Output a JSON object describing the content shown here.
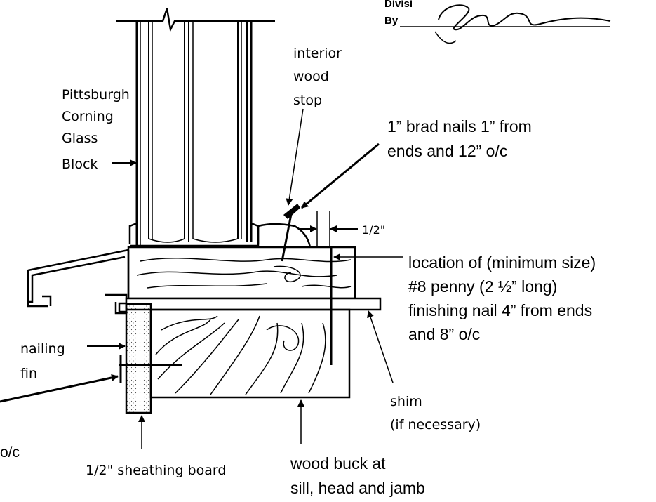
{
  "header": {
    "line1": "Divisi",
    "line2": "By"
  },
  "labels": {
    "glass_block": [
      "Pittsburgh",
      "Corning",
      "Glass",
      "Block"
    ],
    "interior_stop": [
      "interior",
      "wood",
      "stop"
    ],
    "brad_nails": [
      "1” brad nails 1” from",
      "ends and 12” o/c"
    ],
    "half_inch": "1/2\"",
    "finishing_nail": [
      "location of (minimum size)",
      "#8 penny (2 ½” long)",
      "finishing nail 4” from  ends",
      "and 8” o/c"
    ],
    "nailing_fin": [
      "nailing",
      "fin"
    ],
    "shim": [
      "shim",
      "(if necessary)"
    ],
    "oc_fragment": "o/c",
    "sheathing": "1/2\" sheathing board",
    "wood_buck": [
      "wood buck at",
      "sill, head and jamb"
    ]
  }
}
